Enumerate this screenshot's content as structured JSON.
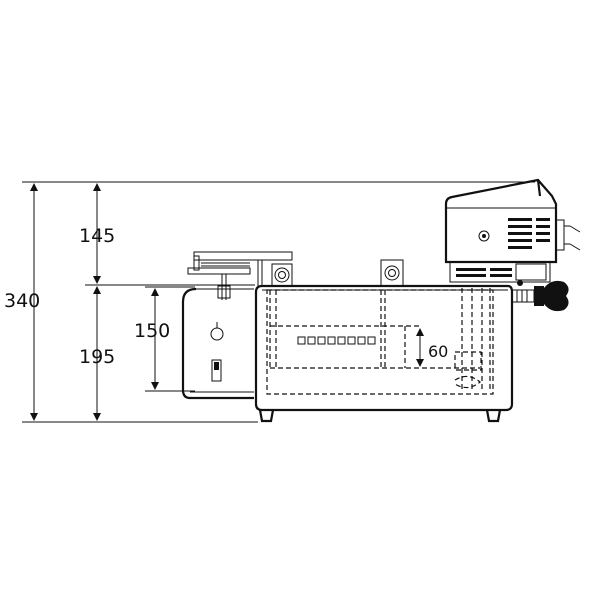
{
  "dimensions": {
    "total_height": "340",
    "upper_height": "145",
    "lower_height": "195",
    "side_box_height": "150",
    "inner_depth": "60"
  }
}
